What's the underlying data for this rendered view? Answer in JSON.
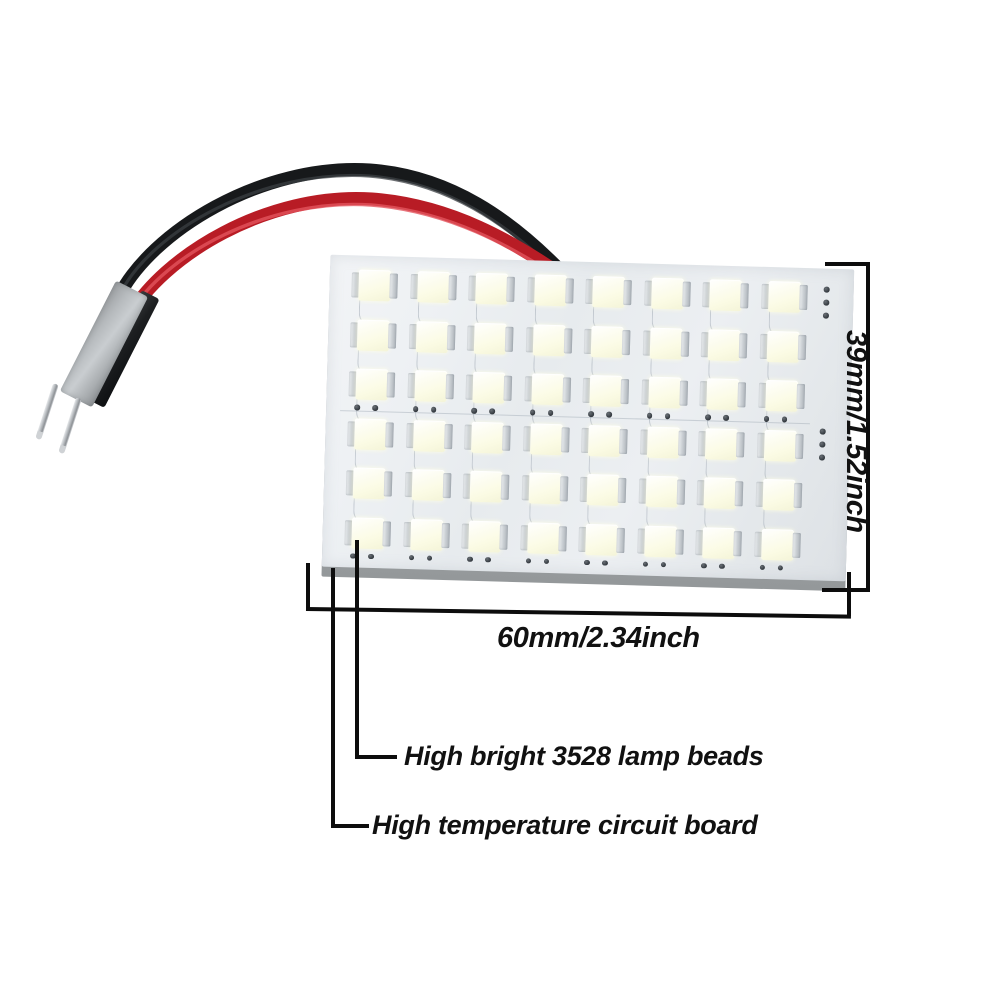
{
  "product": {
    "type": "LED panel light module",
    "led_count": 48,
    "grid": {
      "columns": 8,
      "rows": 6
    }
  },
  "dimensions": {
    "width_label": "60mm/2.34inch",
    "height_label": "39mm/1.52inch"
  },
  "callouts": [
    {
      "id": "lamp-beads",
      "label": "High bright 3528 lamp beads"
    },
    {
      "id": "circuit-board",
      "label": "High temperature circuit board"
    }
  ],
  "colors": {
    "background": "#ffffff",
    "annotation": "#0d0d0d",
    "wire_positive": "#c8202a",
    "wire_negative": "#1a1a1a",
    "pcb_face": "#eceff2",
    "pcb_edge": "#a8abad",
    "led_lens": "#fbfbe4",
    "led_pad": "#cdd2d6",
    "connector_body": "#b6babd",
    "connector_side": "#1d1f21",
    "pin_metal": "#c3c7cb"
  },
  "wires": {
    "negative": {
      "name": "black-wire",
      "color": "#1a1a1a"
    },
    "positive": {
      "name": "red-wire",
      "color": "#c8202a"
    }
  },
  "connector": {
    "name": "2-pin-connector",
    "pin_count": 2
  }
}
